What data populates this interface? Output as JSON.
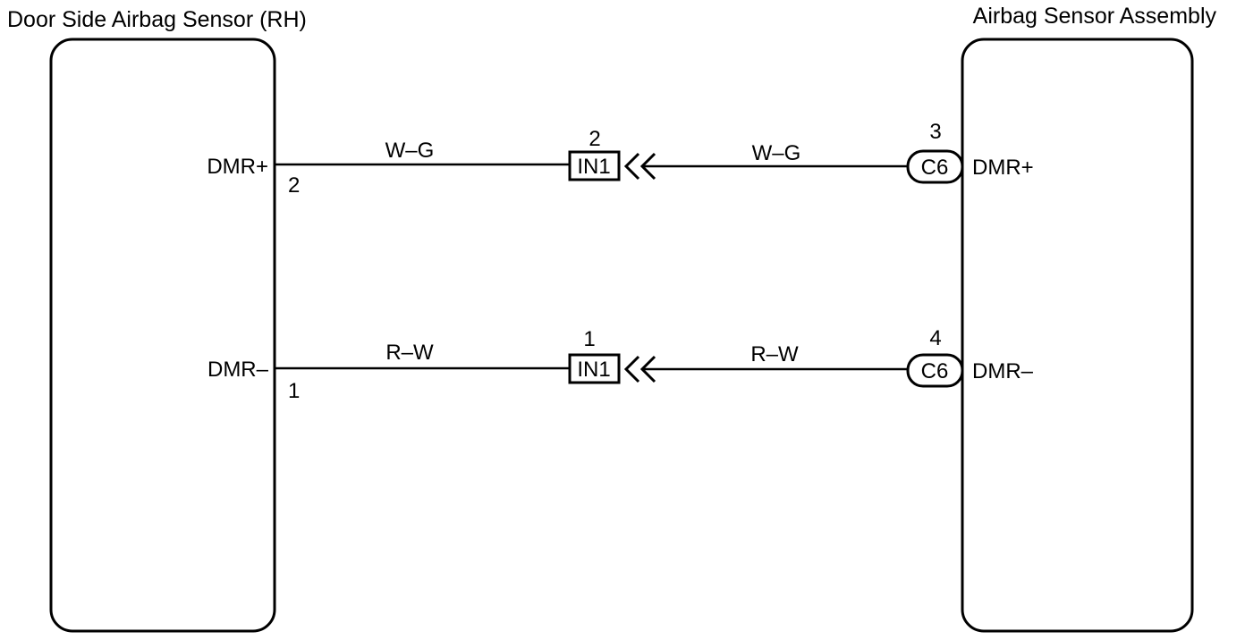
{
  "left_component": {
    "title": "Door Side Airbag Sensor (RH)",
    "pins": [
      {
        "terminal": "DMR+",
        "number": "2"
      },
      {
        "terminal": "DMR–",
        "number": "1"
      }
    ]
  },
  "right_component": {
    "title": "Airbag Sensor Assembly",
    "pins": [
      {
        "terminal": "DMR+",
        "connector": "C6",
        "number": "3"
      },
      {
        "terminal": "DMR–",
        "connector": "C6",
        "number": "4"
      }
    ]
  },
  "wires": [
    {
      "left_color": "W–G",
      "right_color": "W–G",
      "inline_connector": "IN1",
      "inline_pin": "2"
    },
    {
      "left_color": "R–W",
      "right_color": "R–W",
      "inline_connector": "IN1",
      "inline_pin": "1"
    }
  ],
  "colors": {
    "line": "#000000",
    "background": "#ffffff"
  }
}
